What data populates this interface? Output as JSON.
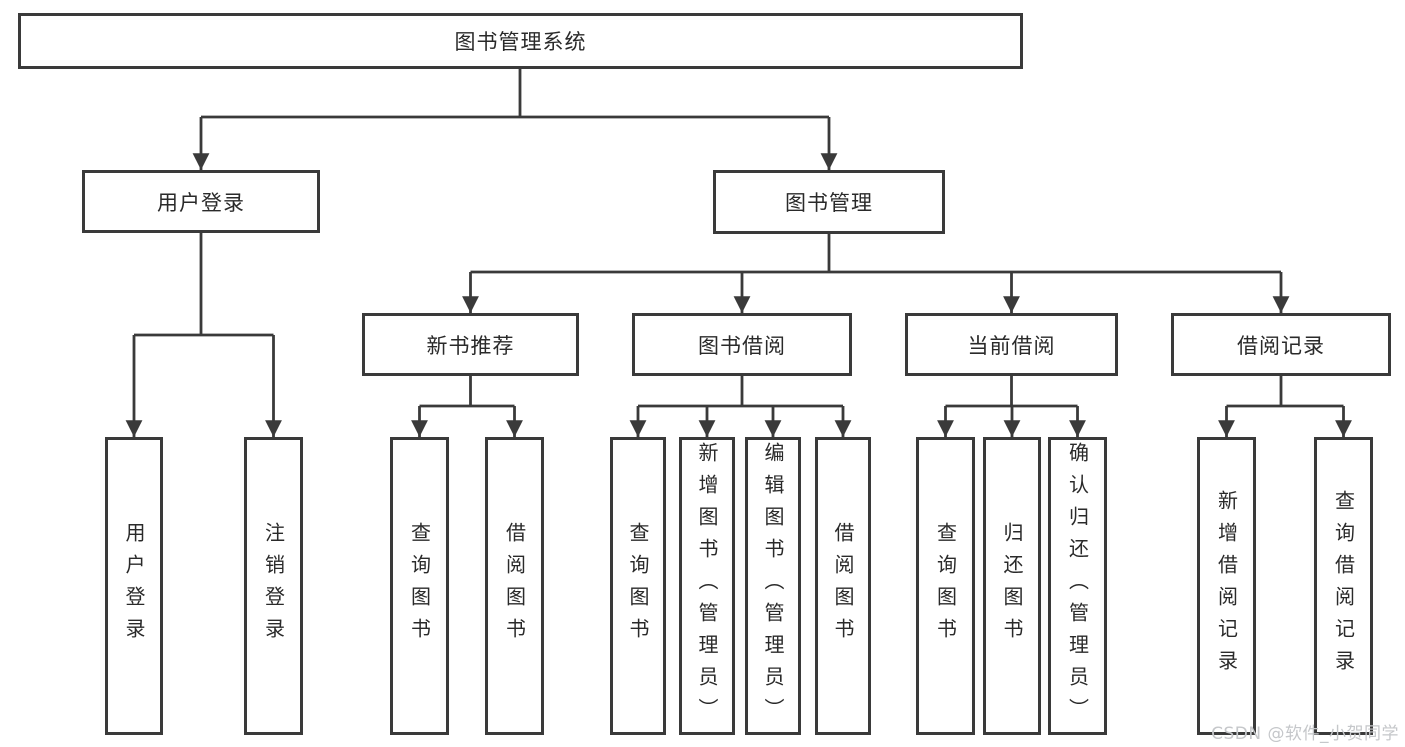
{
  "diagram": {
    "root": {
      "label": "图书管理系统",
      "children": [
        {
          "label": "用户登录",
          "children": [
            {
              "label": "用户登录"
            },
            {
              "label": "注销登录"
            }
          ]
        },
        {
          "label": "图书管理",
          "children": [
            {
              "label": "新书推荐",
              "children": [
                {
                  "label": "查询图书"
                },
                {
                  "label": "借阅图书"
                }
              ]
            },
            {
              "label": "图书借阅",
              "children": [
                {
                  "label": "查询图书"
                },
                {
                  "label": "新增图书（管理员）"
                },
                {
                  "label": "编辑图书（管理员）"
                },
                {
                  "label": "借阅图书"
                }
              ]
            },
            {
              "label": "当前借阅",
              "children": [
                {
                  "label": "查询图书"
                },
                {
                  "label": "归还图书"
                },
                {
                  "label": "确认归还（管理员）"
                }
              ]
            },
            {
              "label": "借阅记录",
              "children": [
                {
                  "label": "新增借阅记录"
                },
                {
                  "label": "查询借阅记录"
                }
              ]
            }
          ]
        }
      ]
    }
  },
  "watermark": {
    "text": "CSDN @软件_小贺同学"
  },
  "colors": {
    "line": "#3a3a3a",
    "text": "#2a2a2a",
    "box_background": "#ffffff",
    "page_background": "#ffffff",
    "watermark": "#c5c7ca"
  }
}
